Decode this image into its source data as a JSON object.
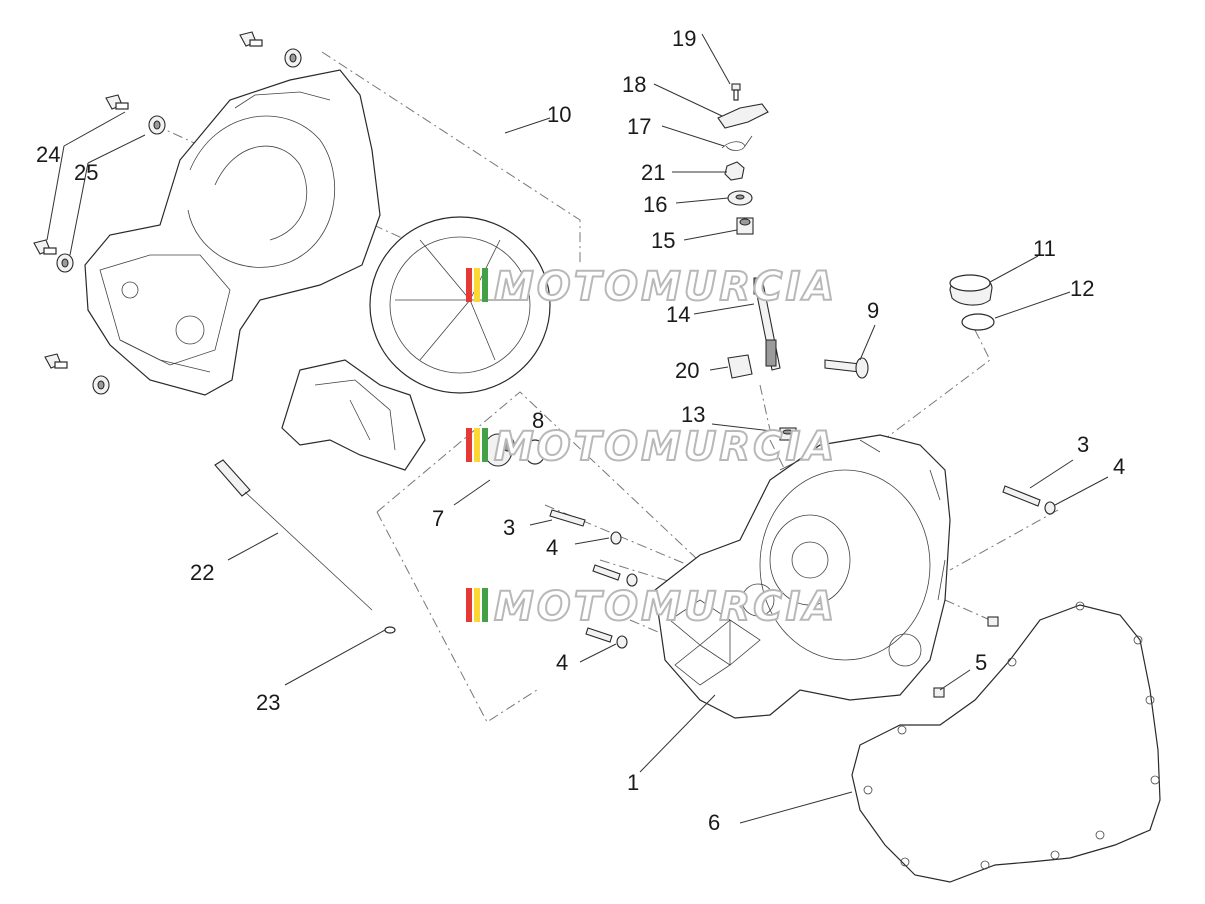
{
  "watermark": {
    "text": "MOTOMURCIA",
    "colors": [
      "#e53935",
      "#fdd835",
      "#43a047"
    ]
  },
  "callouts": {
    "c1": "1",
    "c3a": "3",
    "c3b": "3",
    "c4a": "4",
    "c4b": "4",
    "c4c": "4",
    "c5": "5",
    "c6": "6",
    "c7": "7",
    "c8": "8",
    "c9": "9",
    "c10": "10",
    "c11": "11",
    "c12": "12",
    "c13": "13",
    "c14": "14",
    "c15": "15",
    "c16": "16",
    "c17": "17",
    "c18": "18",
    "c19": "19",
    "c20": "20",
    "c21": "21",
    "c22": "22",
    "c23": "23",
    "c24": "24",
    "c25": "25"
  },
  "colors": {
    "line": "#2a2a2a",
    "dashed_line": "#777777",
    "background": "#ffffff"
  }
}
